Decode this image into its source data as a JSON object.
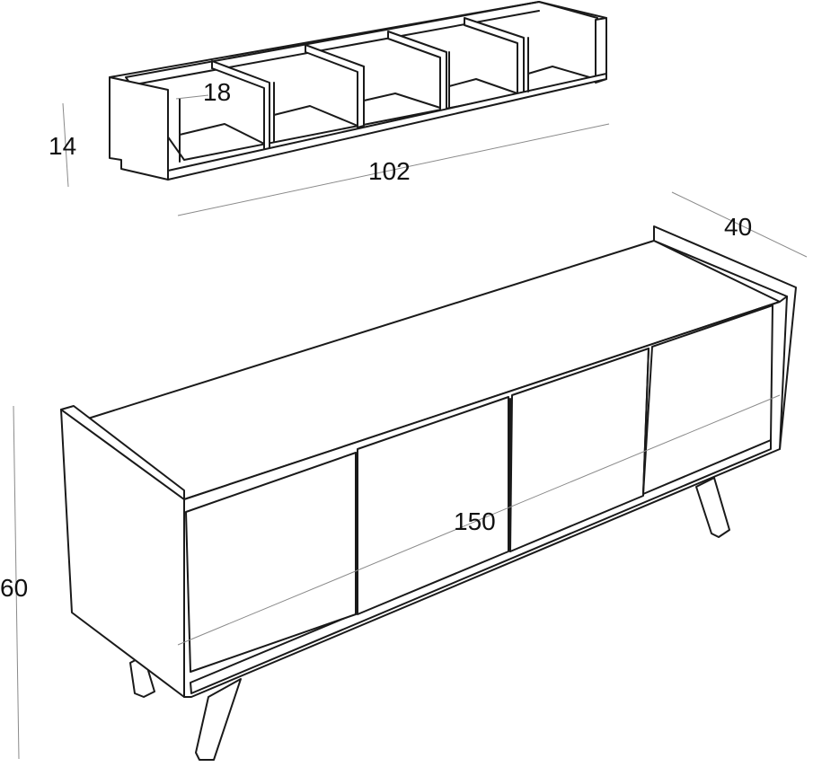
{
  "labels": {
    "shelf_depth": "18",
    "shelf_height": "14",
    "shelf_width": "102",
    "cabinet_depth": "40",
    "cabinet_width": "150",
    "cabinet_height": "60"
  }
}
